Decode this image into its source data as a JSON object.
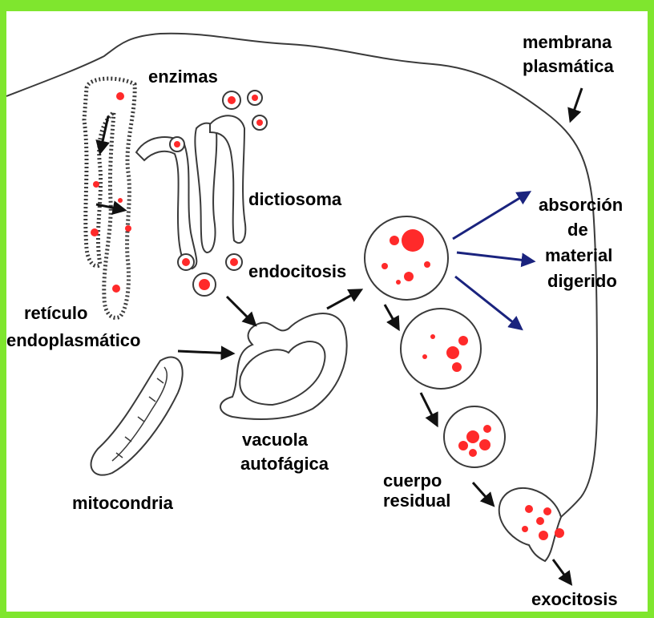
{
  "labels": {
    "enzimas": "enzimas",
    "membrana": [
      "membrana",
      "plasmática"
    ],
    "dictiosoma": "dictiosoma",
    "absorcion": [
      "absorción",
      "de",
      "material",
      "digerido"
    ],
    "endocitosis": "endocitosis",
    "reticulo": [
      "retículo",
      "endoplasmático"
    ],
    "vacuola": [
      "vacuola",
      "autofágica"
    ],
    "mitocondria": "mitocondria",
    "cuerpo": [
      "cuerpo",
      "residual"
    ],
    "exocitosis": "exocitosis"
  },
  "colors": {
    "frame": "#7fe62e",
    "outline": "#3a3a3a",
    "content": "#ff2a2a",
    "absorption_arrows": "#1a237e",
    "arrows": "#111111",
    "background": "#ffffff"
  },
  "icons": {
    "arrow": "arrow-icon",
    "absorption_arrow": "blue-arrow-icon"
  }
}
